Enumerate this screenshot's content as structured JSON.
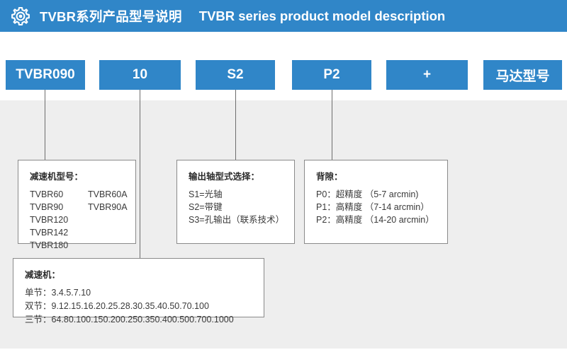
{
  "header": {
    "icon": "gear-icon",
    "title_cn": "TVBR系列产品型号说明",
    "title_en": "TVBR series product model description",
    "background_color": "#3086c8",
    "text_color": "#ffffff"
  },
  "model_code_boxes": [
    {
      "label": "TVBR090"
    },
    {
      "label": "10"
    },
    {
      "label": "S2"
    },
    {
      "label": "P2"
    },
    {
      "label": "+"
    },
    {
      "label": "马达型号"
    }
  ],
  "detail_boxes": {
    "gearbox_model": {
      "title": "减速机型号：",
      "pairs": [
        [
          "TVBR60",
          "TVBR60A"
        ],
        [
          "TVBR90",
          "TVBR90A"
        ],
        [
          "TVBR120",
          ""
        ],
        [
          "TVBR142",
          ""
        ],
        [
          "TVBR180",
          ""
        ]
      ]
    },
    "output_shaft": {
      "title": "输出轴型式选择：",
      "lines": [
        "S1=光轴",
        "S2=带键",
        "S3=孔输出（联系技术）"
      ]
    },
    "backlash": {
      "title": "背隙：",
      "lines": [
        "P0：超精度 （5-7 arcmin)",
        "P1：高精度 （7-14 arcmin）",
        "P2：高精度 （14-20 arcmin）"
      ]
    },
    "reduction_ratio": {
      "title": "减速机：",
      "lines": [
        "单节：3.4.5.7.10",
        "双节：9.12.15.16.20.25.28.30.35.40.50.70.100",
        "三节：64.80.100.150.200.250.350.400.500.700.1000"
      ]
    }
  },
  "colors": {
    "accent_blue": "#3086c8",
    "canvas_gray": "#eeeeee",
    "box_border": "#8a8a8a",
    "connector_line": "#6d6d6d"
  }
}
